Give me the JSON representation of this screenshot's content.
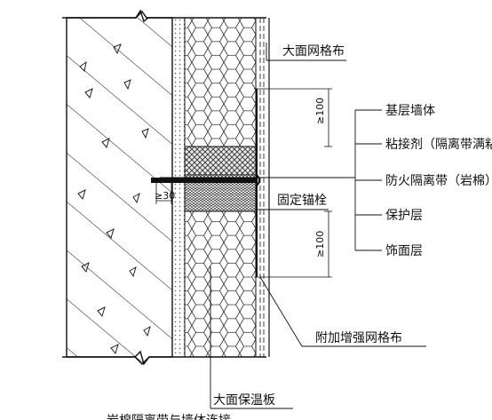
{
  "labels": {
    "mesh_cloth": "大面网格布",
    "base_wall": "基层墙体",
    "adhesive": "粘接剂（隔离带满粘",
    "fire_barrier": "防火隔离带（岩棉）",
    "protective_layer": "保护层",
    "finish_layer": "饰面层",
    "anchor": "固定锚栓",
    "extra_mesh": "附加增强网格布",
    "insulation_board": "大面保温板"
  },
  "dimensions": {
    "upper_overlap": "≥100",
    "lower_overlap": "≥100",
    "anchor_depth": "≥30"
  },
  "caption": "岩棉隔离带与墙体连接"
}
